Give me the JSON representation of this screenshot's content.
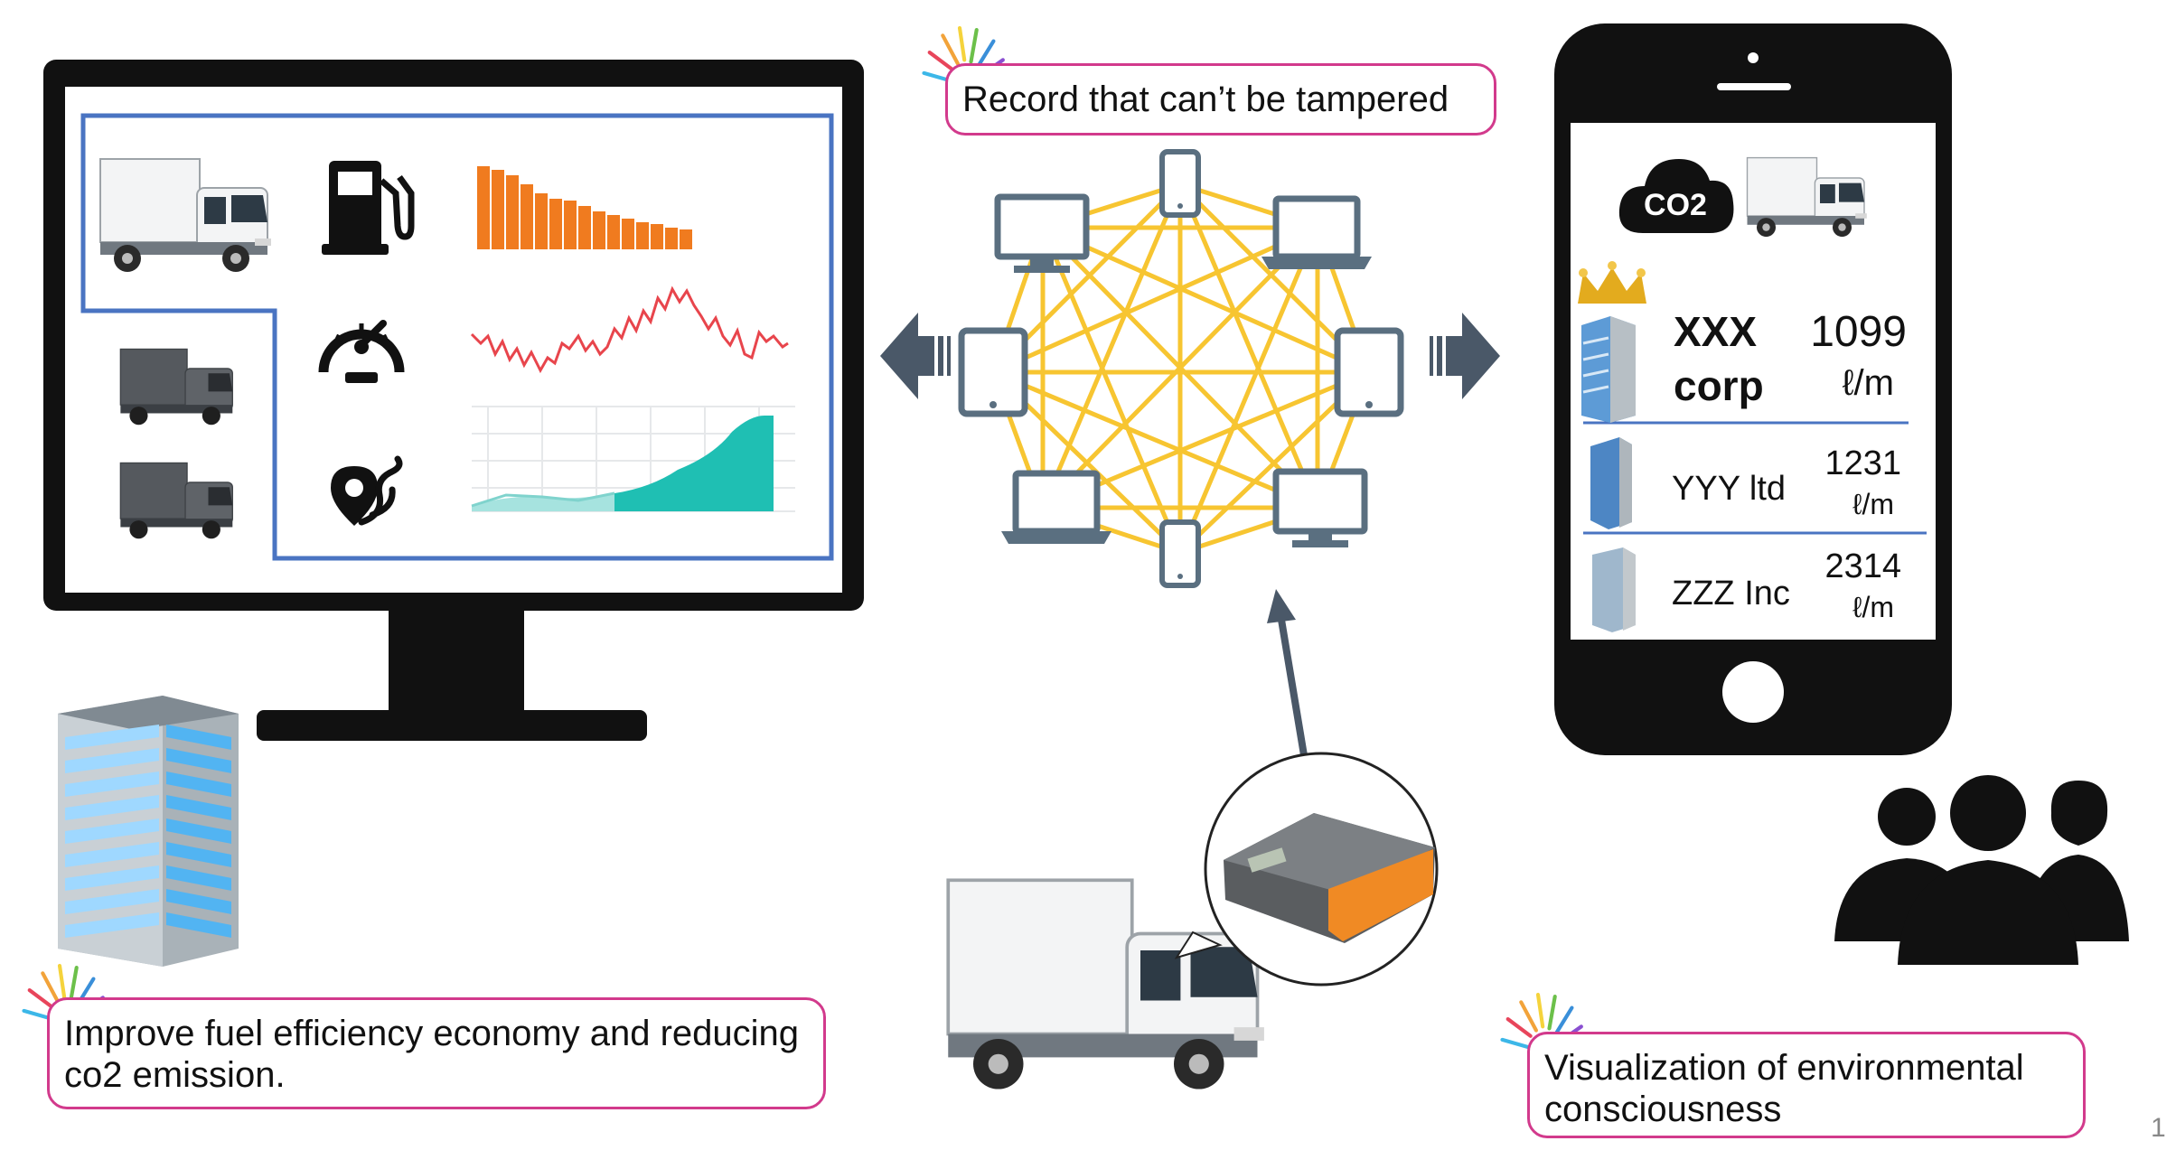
{
  "callouts": {
    "record": "Record that can’t be tampered",
    "improve": "Improve fuel efficiency economy and reducing co2 emission.",
    "visualization": "Visualization of environmental consciousness"
  },
  "phone": {
    "co2_badge": "CO2",
    "ranking": [
      {
        "name_line1": "XXX",
        "name_line2": "corp",
        "value": "1099",
        "unit": "ℓ/m"
      },
      {
        "name": "YYY ltd",
        "value": "1231",
        "unit": "ℓ/m"
      },
      {
        "name": "ZZZ Inc",
        "value": "2314",
        "unit": "ℓ/m"
      }
    ]
  },
  "page_number": "1",
  "icons": [
    "truck-icon",
    "fuel-pump-icon",
    "speedometer-icon",
    "route-pin-icon",
    "bar-chart-icon",
    "line-chart-icon",
    "area-chart-icon",
    "building-icon",
    "crown-icon",
    "cloud-icon",
    "people-icon",
    "sparkle-icon",
    "arrow-icon",
    "tablet-icon",
    "laptop-icon",
    "desktop-icon",
    "smartphone-icon",
    "tachograph-device-icon"
  ],
  "colors": {
    "callout_border": "#d23a8c",
    "screen_frame": "#4a74c2",
    "bar_orange": "#f07b1f",
    "line_red": "#e8454c",
    "area_teal": "#1fbfb3",
    "network_yellow": "#f7c531",
    "device_slate": "#5a6f80",
    "arrow_slate": "#4a5868"
  }
}
